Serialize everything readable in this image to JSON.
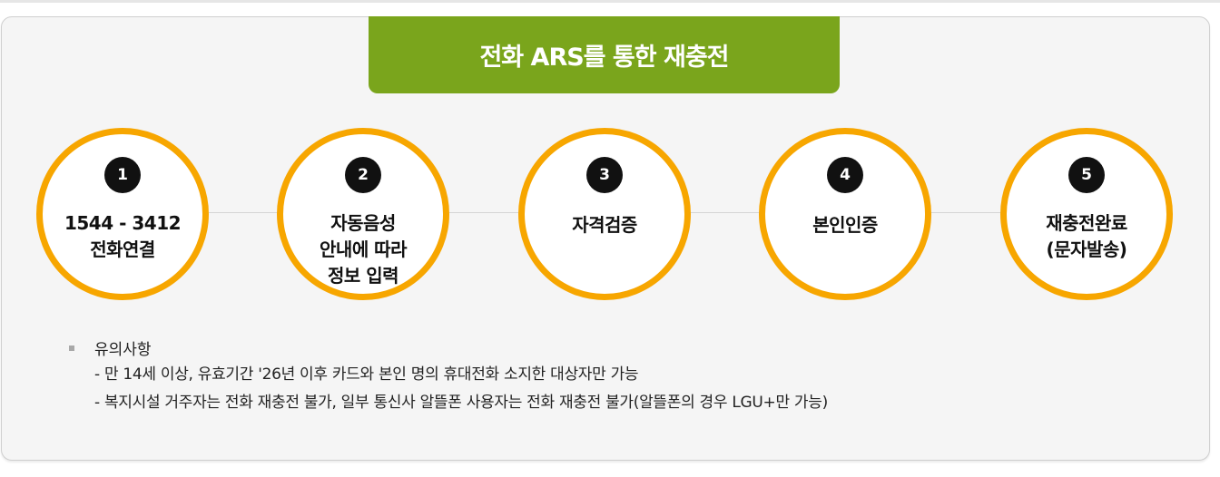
{
  "title": "전화 ARS를 통한 재충전",
  "steps": [
    {
      "number": "1",
      "label": "1544 - 3412\n전화연결"
    },
    {
      "number": "2",
      "label": "자동음성\n안내에 따라\n정보 입력"
    },
    {
      "number": "3",
      "label": "자격검증"
    },
    {
      "number": "4",
      "label": "본인인증"
    },
    {
      "number": "5",
      "label": "재충전완료\n(문자발송)"
    }
  ],
  "notes": {
    "heading": "유의사항",
    "lines": [
      "- 만 14세 이상, 유효기간 '26년 이후 카드와 본인 명의 휴대전화 소지한 대상자만 가능",
      "- 복지시설 거주자는 전화 재충전 불가, 일부 통신사 알뜰폰 사용자는 전화 재충전 불가(알뜰폰의 경우 LGU+만 가능)"
    ]
  },
  "colors": {
    "title_bg": "#7aa51c",
    "ring": "#f7a600",
    "number_badge": "#111111",
    "panel_bg": "#f5f5f5"
  }
}
